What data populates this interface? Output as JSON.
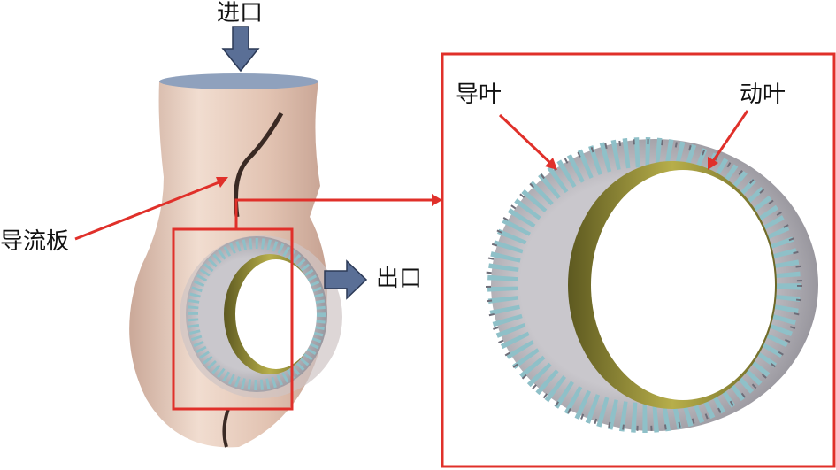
{
  "labels": {
    "inlet": "进口",
    "guide_plate": "导流板",
    "outlet": "出口",
    "guide_vane": "导叶",
    "rotor_blade": "动叶"
  },
  "colors": {
    "housing": "#e9d2c4",
    "arrow_fill": "#5a6f96",
    "callout": "#e0302a",
    "ring_outer": "#a9a7ad",
    "ring_inner": "#8f8a3a",
    "blade": "#8fc0c8"
  }
}
